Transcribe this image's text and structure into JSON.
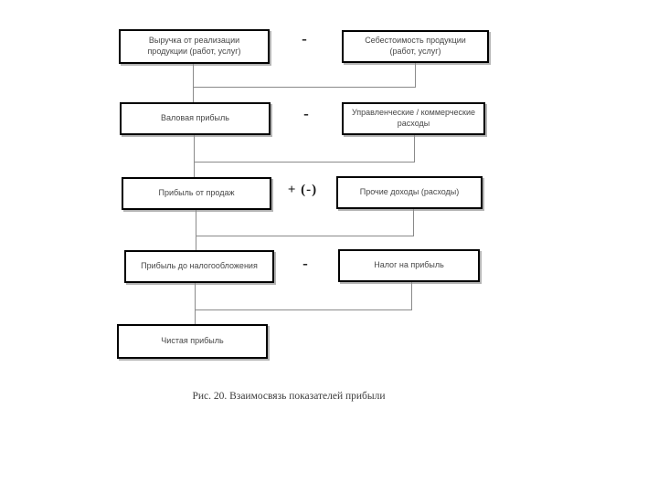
{
  "diagram": {
    "rows": [
      {
        "left": "Выручка от реализации продукции (работ, услуг)",
        "operator": "-",
        "right": "Себестоимость продукции (работ, услуг)"
      },
      {
        "left": "Валовая прибыль",
        "operator": "-",
        "right": "Управленческие / коммерческие расходы"
      },
      {
        "left": "Прибыль от продаж",
        "operator": "+ (-)",
        "right": "Прочие доходы (расходы)"
      },
      {
        "left": "Прибыль до налогообложения",
        "operator": "-",
        "right": "Налог на прибыль"
      },
      {
        "left": "Чистая прибыль"
      }
    ],
    "caption": "Рис. 20. Взаимосвязь показателей прибыли"
  },
  "colors": {
    "box_border": "#000000",
    "connector_line": "#8a8a8a",
    "box_text": "#474747"
  }
}
